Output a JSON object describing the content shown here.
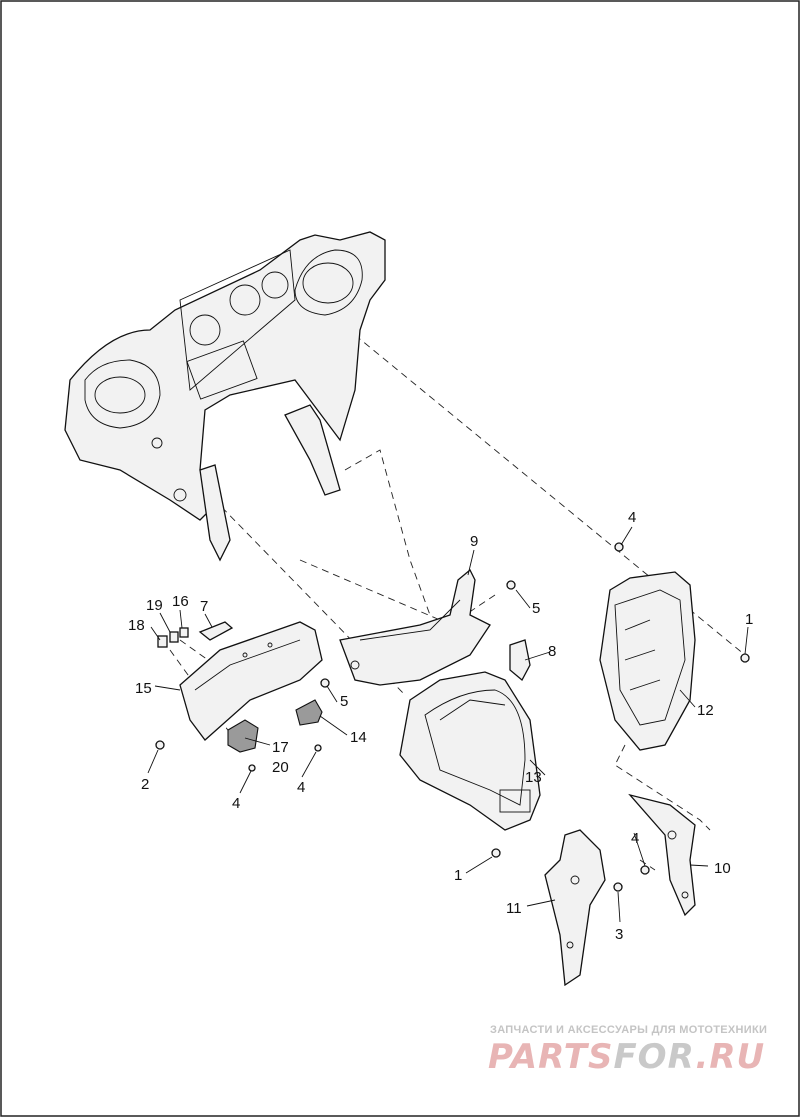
{
  "callouts": {
    "n1a": "1",
    "n1b": "1",
    "n2": "2",
    "n3": "3",
    "n4a": "4",
    "n4b": "4",
    "n4c": "4",
    "n4d": "4",
    "n5a": "5",
    "n5b": "5",
    "n7": "7",
    "n8": "8",
    "n9": "9",
    "n10": "10",
    "n11": "11",
    "n12": "12",
    "n13": "13",
    "n14": "14",
    "n15": "15",
    "n16": "16",
    "n17": "17",
    "n18": "18",
    "n19": "19",
    "n20": "20"
  },
  "watermark": {
    "caption": "ЗАПЧАСТИ И АКСЕССУАРЫ ДЛЯ МОТОТЕХНИКИ",
    "logo_part1": "PARTS",
    "logo_part2": "FOR",
    "logo_part3": ".RU"
  }
}
